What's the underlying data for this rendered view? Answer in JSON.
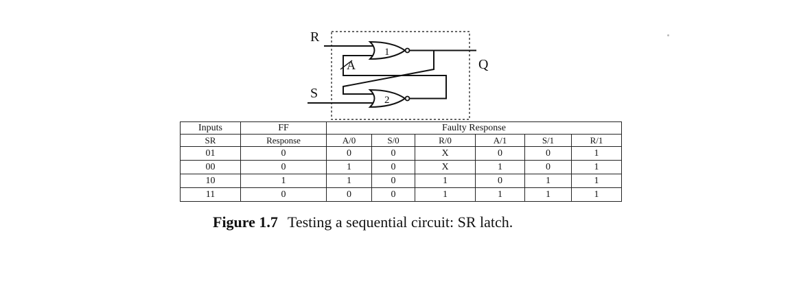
{
  "diagram": {
    "labels": {
      "r": "R",
      "s": "S",
      "q": "Q",
      "a": "A",
      "gate1": "1",
      "gate2": "2"
    }
  },
  "table": {
    "group_headers": {
      "inputs": "Inputs",
      "ff": "FF",
      "faulty": "Faulty Response"
    },
    "sub_headers": [
      "SR",
      "Response",
      "A/0",
      "S/0",
      "R/0",
      "A/1",
      "S/1",
      "R/1"
    ],
    "rows": [
      [
        "01",
        "0",
        "0",
        "0",
        "X",
        "0",
        "0",
        "1"
      ],
      [
        "00",
        "0",
        "1",
        "0",
        "X",
        "1",
        "0",
        "1"
      ],
      [
        "10",
        "1",
        "1",
        "0",
        "1",
        "0",
        "1",
        "1"
      ],
      [
        "11",
        "0",
        "0",
        "0",
        "1",
        "1",
        "1",
        "1"
      ]
    ]
  },
  "caption": {
    "label": "Figure 1.7",
    "text": "Testing a sequential circuit: SR latch."
  }
}
